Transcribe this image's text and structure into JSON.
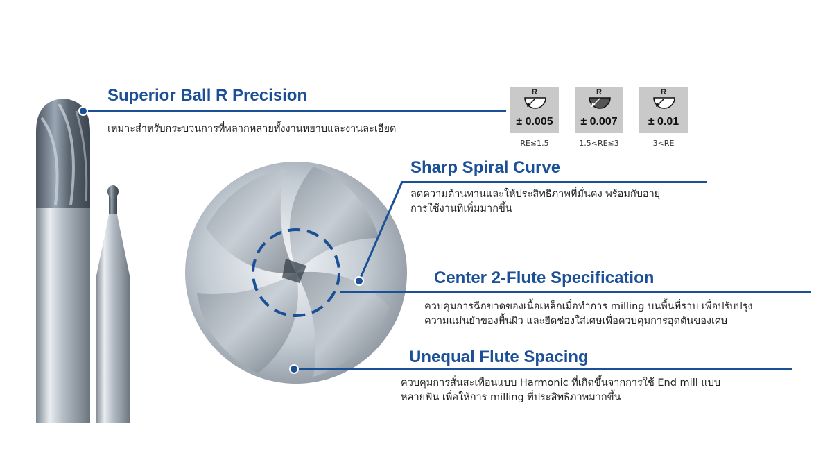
{
  "features": [
    {
      "title": "Superior Ball R Precision",
      "lines": [
        "เหมาะสำหรับกระบวนการที่หลากหลายทั้งงานหยาบและงานละเอียด"
      ]
    },
    {
      "title": "Sharp Spiral Curve",
      "lines": [
        "ลดความต้านทานและให้ประสิทธิภาพที่มั่นคง พร้อมกับอายุ",
        "การใช้งานที่เพิ่มมากขึ้น"
      ]
    },
    {
      "title": "Center 2-Flute Specification",
      "lines": [
        "ควบคุมการฉีกขาดของเนื้อเหล็กเมื่อทำการ milling บนพื้นที่ราบ เพื่อปรับปรุง",
        "ความแม่นยำของพื้นผิว และยืดช่องใส่เศษเพื่อควบคุมการอุดตันของเศษ"
      ]
    },
    {
      "title": "Unequal Flute Spacing",
      "lines": [
        "ควบคุมการสั่นสะเทือนแบบ Harmonic ที่เกิดขึ้นจากการใช้ End mill แบบ",
        "หลายฟัน เพื่อให้การ milling ที่ประสิทธิภาพมากขึ้น"
      ]
    }
  ],
  "tolerances": [
    {
      "symbol": "R",
      "value": "± 0.005",
      "range": "RE≦1.5"
    },
    {
      "symbol": "R",
      "value": "± 0.007",
      "range": "1.5<RE≦3"
    },
    {
      "symbol": "R",
      "value": "± 0.01",
      "range": "3<RE"
    }
  ],
  "colors": {
    "accent": "#1b4f96",
    "tolerance_box": "#c9c9c9"
  }
}
